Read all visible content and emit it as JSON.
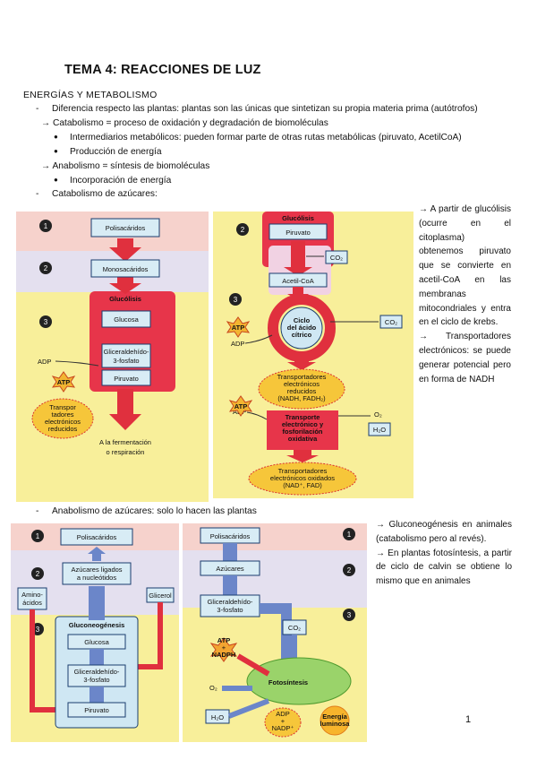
{
  "title": "TEMA 4: REACCIONES DE LUZ",
  "section": "ENERGÍAS Y METABOLISMO",
  "bullets": {
    "b1_dash": "-",
    "b1": "Diferencia respecto las plantas: plantas son las únicas que sintetizan su propia materia prima (autótrofos)",
    "cat": "→ Catabolismo = proceso de oxidación y degradación de biomoléculas",
    "cat_i1": "Intermediarios metabólicos: pueden formar parte de otras rutas metabólicas (piruvato, AcetilCoA)",
    "cat_i2": "Producción de energía",
    "ana": "→ Anabolismo = síntesis de biomoléculas",
    "ana_i1": "Incorporación de energía",
    "b2_dash": "-",
    "b2": "Catabolismo de azúcares:",
    "b3_dash": "-",
    "b3": "Anabolismo de azúcares: solo lo hacen las plantas",
    "dot": "●"
  },
  "side1": {
    "p1": "→ A partir de glucólisis (ocurre en el citoplasma) obtenemos piruvato que se convierte en acetil-CoA en las membranas mitocondriales y entra en el ciclo de krebs.",
    "p2": "→ Transportadores electrónicos: se puede generar potencial pero en forma de NADH"
  },
  "side2": {
    "p1": "→ Gluconeogénesis en animales (catabolismo pero al revés).",
    "p2": "→ En plantas fotosíntesis, a partir de ciclo de calvin se obtiene lo mismo que en animales"
  },
  "fig1": {
    "n1": "1",
    "n2": "2",
    "n3": "3",
    "polisacaridos": "Polisacáridos",
    "monosacaridos": "Monosacáridos",
    "glucolisis": "Glucólisis",
    "glucosa": "Glucosa",
    "gliceraldehido": "Gliceraldehído-",
    "fosfato": "3-fosfato",
    "piruvato": "Piruvato",
    "adp": "ADP",
    "atp": "ATP",
    "transp1": "Transpor",
    "transp2": "tadores",
    "transp3": "electrónicos",
    "transp4": "reducidos",
    "fermentacion": "A la fermentación",
    "respiracion": "o respiración"
  },
  "fig2": {
    "n2": "2",
    "n3": "3",
    "glucolisis": "Glucólisis",
    "piruvato": "Piruvato",
    "co2": "CO₂",
    "acetilcoa": "Acetil-CoA",
    "atp": "ATP",
    "adp": "ADP",
    "ciclo1": "Ciclo",
    "ciclo2": "del ácido",
    "ciclo3": "cítrico",
    "tr1": "Transportadores",
    "tr2": "electrónicos",
    "tr3": "reducidos",
    "tr4": "(NADH, FADH₂)",
    "te1": "Transporte",
    "te2": "electrónico y",
    "te3": "fosforilación",
    "te4": "oxidativa",
    "o2": "O₂",
    "h2o": "H₂O",
    "to1": "Transportadores",
    "to2": "electrónicos oxidados",
    "to3": "(NAD⁺, FAD)"
  },
  "fig3": {
    "n1": "1",
    "n2": "2",
    "n3": "3",
    "polisacaridos": "Polisacáridos",
    "azucares1": "Azúcares ligados",
    "azucares2": "a nucleótidos",
    "amino1": "Amino-",
    "amino2": "ácidos",
    "glicerol": "Glicerol",
    "gluconeo": "Gluconeogénesis",
    "glucosa": "Glucosa",
    "gli1": "Gliceraldehído-",
    "gli2": "3-fosfato",
    "piruvato": "Piruvato"
  },
  "fig4": {
    "n1": "1",
    "n2": "2",
    "n3": "3",
    "polisacaridos": "Polisacáridos",
    "azucares": "Azúcares",
    "gli1": "Gliceraldehído-",
    "gli2": "3-fosfato",
    "co2": "CO₂",
    "atp1": "ATP",
    "atp2": "+",
    "atp3": "NADPH",
    "o2": "O₂",
    "foto": "Fotosíntesis",
    "h2o": "H₂O",
    "adp1": "ADP",
    "adp2": "+",
    "adp3": "NADP⁺",
    "energia1": "Energía",
    "energia2": "luminosa"
  },
  "page_number": "1"
}
